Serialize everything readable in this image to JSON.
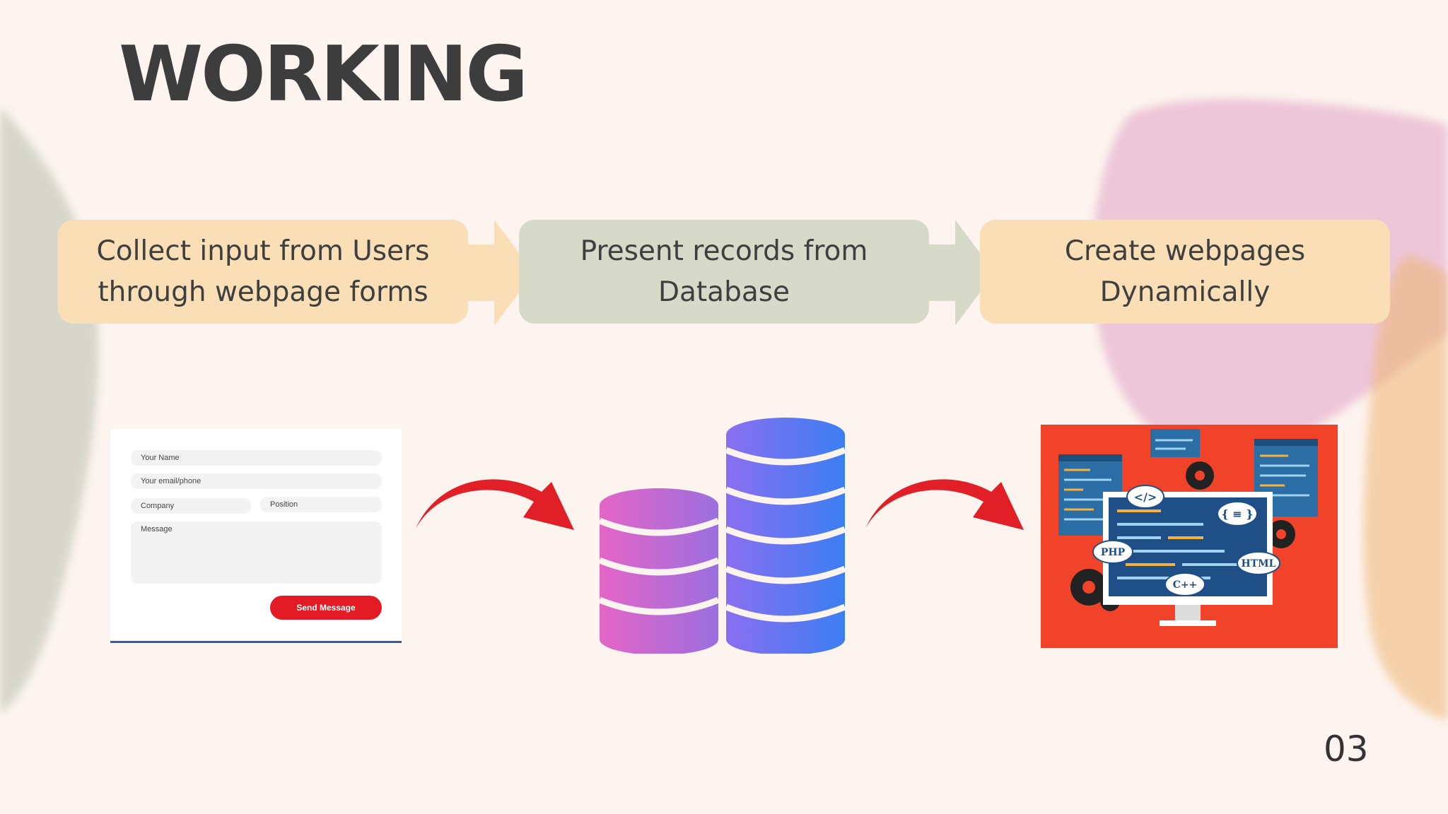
{
  "slide": {
    "title": "WORKING",
    "page_number": "03"
  },
  "steps": [
    {
      "label": "Collect input from Users\nthrough webpage forms"
    },
    {
      "label": "Present records from\nDatabase"
    },
    {
      "label": "Create webpages\nDynamically"
    }
  ],
  "form_mockup": {
    "fields": [
      "Your Name",
      "Your email/phone",
      "Company",
      "Position",
      "Message"
    ],
    "button_label": "Send Message"
  },
  "web_dev_illustration": {
    "labels": [
      "PHP",
      "HTML",
      "C++",
      "</>",
      "{ ≡ }"
    ]
  },
  "colors": {
    "step_peach": "#fadfb6",
    "step_sage": "#d7d9c9",
    "arrow_red": "#e01f26",
    "illustration_bg": "#f0432a"
  },
  "icons": [
    "red-curved-arrow-icon",
    "database-icon",
    "web-development-icon",
    "form-icon"
  ]
}
